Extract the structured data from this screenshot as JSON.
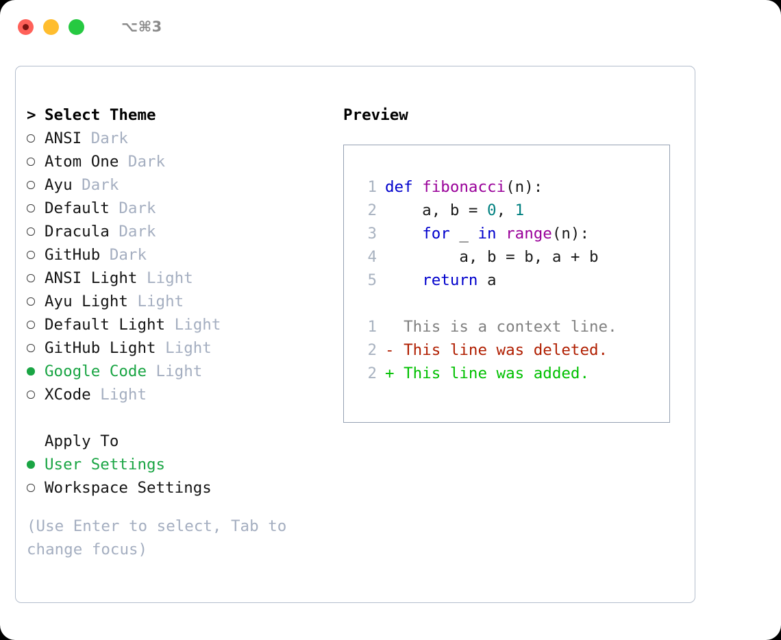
{
  "window": {
    "shortcut": "⌥⌘3",
    "traffic_lights": [
      {
        "name": "close",
        "color": "#ff6159"
      },
      {
        "name": "minimize",
        "color": "#ffbd2e"
      },
      {
        "name": "maximize",
        "color": "#26c941"
      }
    ]
  },
  "theme_picker": {
    "prompt_marker": ">",
    "title": "Select Theme",
    "selection_color": "#1aa544",
    "suffix_color": "#a4aec0",
    "items": [
      {
        "label": "ANSI",
        "suffix": "Dark",
        "selected": false
      },
      {
        "label": "Atom One",
        "suffix": "Dark",
        "selected": false
      },
      {
        "label": "Ayu",
        "suffix": "Dark",
        "selected": false
      },
      {
        "label": "Default",
        "suffix": "Dark",
        "selected": false
      },
      {
        "label": "Dracula",
        "suffix": "Dark",
        "selected": false
      },
      {
        "label": "GitHub",
        "suffix": "Dark",
        "selected": false
      },
      {
        "label": "ANSI Light",
        "suffix": "Light",
        "selected": false
      },
      {
        "label": "Ayu Light",
        "suffix": "Light",
        "selected": false
      },
      {
        "label": "Default Light",
        "suffix": "Light",
        "selected": false
      },
      {
        "label": "GitHub Light",
        "suffix": "Light",
        "selected": false
      },
      {
        "label": "Google Code",
        "suffix": "Light",
        "selected": true
      },
      {
        "label": "XCode",
        "suffix": "Light",
        "selected": false
      }
    ]
  },
  "apply_to": {
    "title": "Apply To",
    "items": [
      {
        "label": "User Settings",
        "selected": true
      },
      {
        "label": "Workspace Settings",
        "selected": false
      }
    ]
  },
  "hint": "(Use Enter to select, Tab to change focus)",
  "preview": {
    "title": "Preview",
    "code_lines": [
      {
        "lineno": "1",
        "tokens": [
          {
            "text": "def ",
            "kind": "kw"
          },
          {
            "text": "fibonacci",
            "kind": "fn"
          },
          {
            "text": "(n):",
            "kind": "plain"
          }
        ]
      },
      {
        "lineno": "2",
        "tokens": [
          {
            "text": "    a, b = ",
            "kind": "plain"
          },
          {
            "text": "0",
            "kind": "num"
          },
          {
            "text": ", ",
            "kind": "plain"
          },
          {
            "text": "1",
            "kind": "num"
          }
        ]
      },
      {
        "lineno": "3",
        "tokens": [
          {
            "text": "    ",
            "kind": "plain"
          },
          {
            "text": "for",
            "kind": "kw"
          },
          {
            "text": " _ ",
            "kind": "plain"
          },
          {
            "text": "in",
            "kind": "kw"
          },
          {
            "text": " ",
            "kind": "plain"
          },
          {
            "text": "range",
            "kind": "fn"
          },
          {
            "text": "(n):",
            "kind": "plain"
          }
        ]
      },
      {
        "lineno": "4",
        "tokens": [
          {
            "text": "        a, b = b, a + b",
            "kind": "plain"
          }
        ]
      },
      {
        "lineno": "5",
        "tokens": [
          {
            "text": "    ",
            "kind": "plain"
          },
          {
            "text": "return",
            "kind": "kw"
          },
          {
            "text": " a",
            "kind": "plain"
          }
        ]
      }
    ],
    "diff_lines": [
      {
        "lineno": "1",
        "sign": " ",
        "text": "This is a context line.",
        "kind": "ctx"
      },
      {
        "lineno": "2",
        "sign": "-",
        "text": "This line was deleted.",
        "kind": "del"
      },
      {
        "lineno": "2",
        "sign": "+",
        "text": "This line was added.",
        "kind": "add"
      }
    ],
    "colors": {
      "keyword": "#0000cc",
      "function": "#990099",
      "number": "#008080",
      "plain": "#1a1a1a",
      "diff_context": "#808080",
      "diff_deleted": "#b01e00",
      "diff_added": "#00c000",
      "lineno": "#a8b2c0"
    }
  }
}
